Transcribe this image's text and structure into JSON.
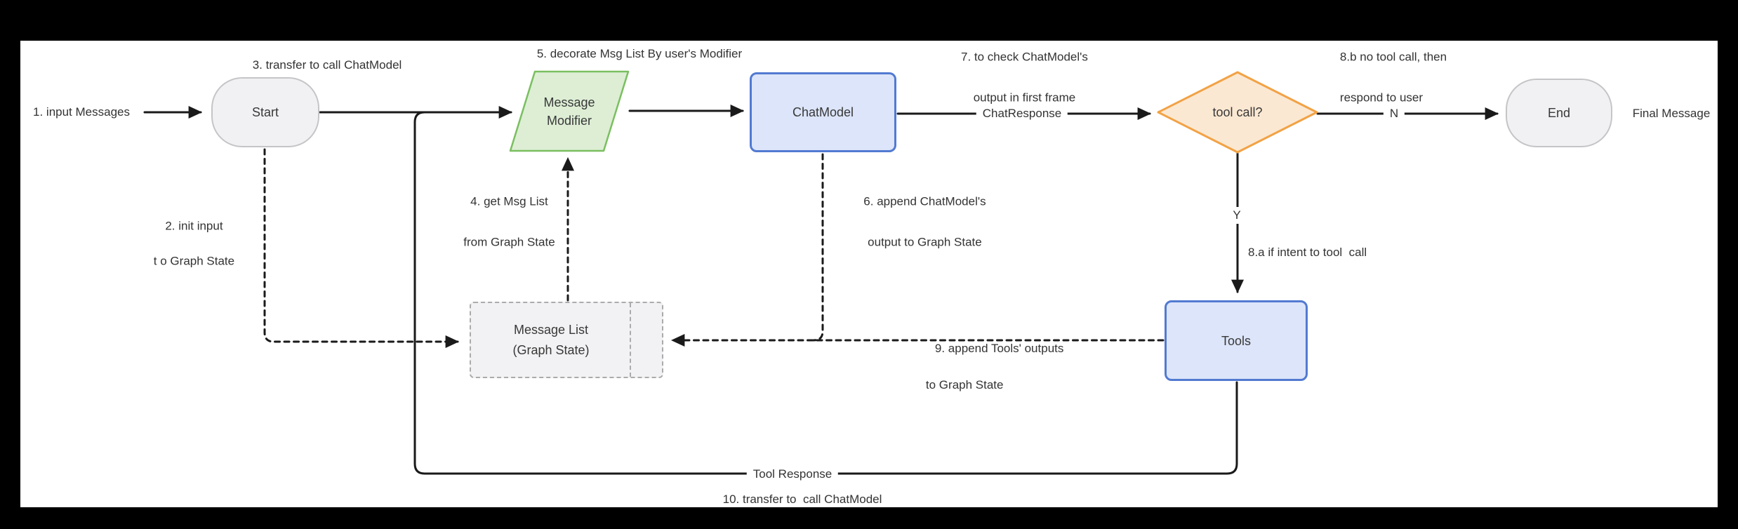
{
  "colors": {
    "background": "#000000",
    "canvas": "#ffffff",
    "line": "#1a1a1a",
    "text": "#333333",
    "gray_node_fill": "#f1f1f3",
    "gray_node_border": "#c5c5c8",
    "green_fill": "#ddeed5",
    "green_border": "#7abf60",
    "blue_fill": "#dce5f9",
    "blue_border": "#527ad1",
    "orange_fill": "#fbe8d2",
    "orange_border": "#f2a245",
    "state_fill": "#f2f2f4",
    "state_border": "#ababab"
  },
  "nodes": {
    "start": {
      "label": "Start"
    },
    "message_modifier": {
      "line1": "Message",
      "line2": "Modifier"
    },
    "chat_model": {
      "label": "ChatModel"
    },
    "tool_call": {
      "label": "tool call?"
    },
    "end": {
      "label": "End"
    },
    "message_list": {
      "line1": "Message List",
      "line2": "(Graph State)"
    },
    "tools": {
      "label": "Tools"
    }
  },
  "labels": {
    "input_messages": "1. input Messages",
    "init_input_line1": "2. init input",
    "init_input_line2": "t o Graph State",
    "transfer_to_chatmodel": "3. transfer to call ChatModel",
    "get_msg_line1": "4. get Msg List",
    "get_msg_line2": "from Graph State",
    "decorate_msg": "5. decorate Msg List By user's Modifier",
    "append_chatmodel_line1": "6. append ChatModel's",
    "append_chatmodel_line2": "output to Graph State",
    "check_output_line1": "7. to check ChatModel's",
    "check_output_line2": "output in first frame",
    "chat_response": "ChatResponse",
    "no_tool_call_line1": "8.b no tool call, then",
    "no_tool_call_line2": "respond to user",
    "branch_n": "N",
    "branch_y": "Y",
    "intent_tool_call": "8.a if intent to tool  call",
    "append_tools_line1": "9. append Tools' outputs",
    "append_tools_line2": "to Graph State",
    "tool_response": "Tool Response",
    "transfer_to_chatmodel_10": "10. transfer to  call ChatModel",
    "final_message": "Final Message"
  }
}
